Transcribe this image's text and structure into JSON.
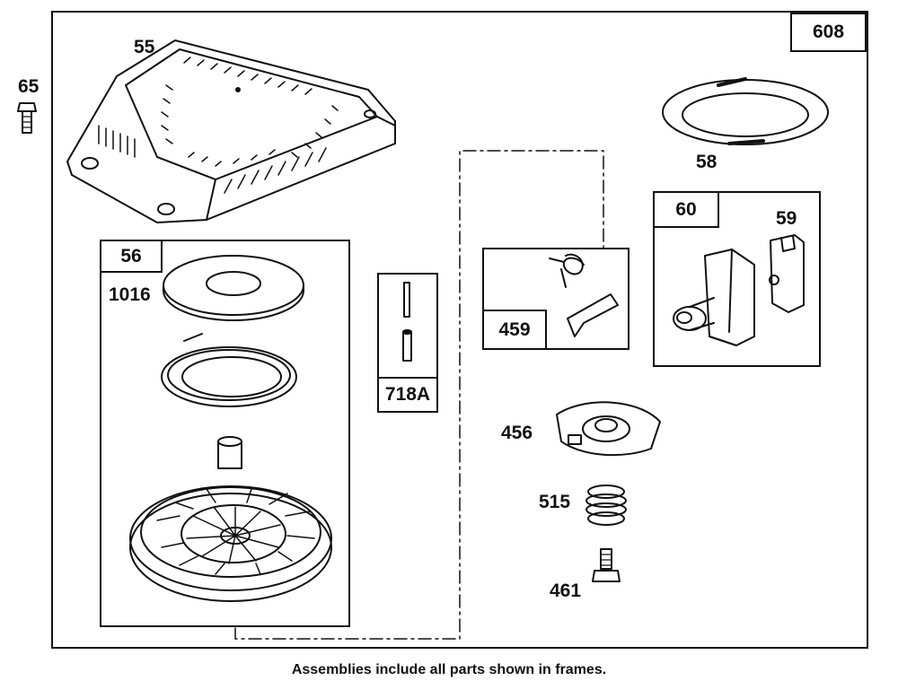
{
  "diagram": {
    "labels": {
      "p65": "65",
      "p55": "55",
      "p608": "608",
      "p58": "58",
      "p56": "56",
      "p1016": "1016",
      "p718a": "718A",
      "p459": "459",
      "p60": "60",
      "p59": "59",
      "p456": "456",
      "p515": "515",
      "p461": "461"
    },
    "caption": "Assemblies include all parts shown in frames."
  }
}
